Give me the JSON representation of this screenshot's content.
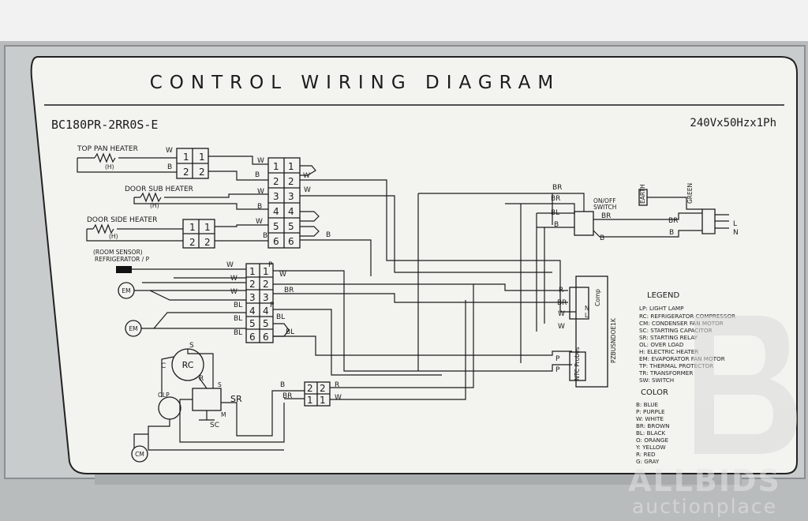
{
  "title": "CONTROL WIRING DIAGRAM",
  "model": "BC180PR-2RR0S-E",
  "power_spec": "240Vx50Hzx1Ph",
  "components": {
    "top_pan_heater": "TOP PAN HEATER",
    "door_sub_heater": "DOOR SUB HEATER",
    "door_side_heater": "DOOR SIDE HEATER",
    "heater_tag": "(H)",
    "room_sensor_1": "(ROOM SENSOR)",
    "room_sensor_2": "REFRIGERATOR / P",
    "em": "EM",
    "rc": "RC",
    "olp": "OLP",
    "sr": "SR",
    "sc": "SC",
    "cm": "CM",
    "onoff_1": "ON/OFF",
    "onoff_2": "SWITCH",
    "earth": "EARTH",
    "green": "GREEN",
    "controller": "PZBUSNDOE1K",
    "comp": "Comp",
    "ntc": "NTC Probes",
    "plug_l": "L",
    "plug_n": "N"
  },
  "wire_codes": {
    "w": "W",
    "b": "B",
    "br": "BR",
    "bl": "BL",
    "p": "P",
    "r": "R",
    "s": "S",
    "c": "C",
    "m": "M"
  },
  "pins": [
    "1",
    "2",
    "3",
    "4",
    "5",
    "6"
  ],
  "legend": {
    "title": "LEGEND",
    "items": [
      "LP: LIGHT LAMP",
      "RC: REFRIGERATOR COMPRESSOR",
      "CM: CONDENSER FAN MOTOR",
      "SC: STARTING CAPACITOR",
      "SR: STARTING RELAY",
      "OL: OVER LOAD",
      "H: ELECTRIC HEATER",
      "EM: EVAPORATOR FAN MOTOR",
      "TP: THERMAL PROTECTOR",
      "TR: TRANSFORMER",
      "SW: SWITCH"
    ]
  },
  "color_legend": {
    "title": "COLOR",
    "items": [
      "B: BLUE",
      "P: PURPLE",
      "W: WHITE",
      "BR: BROWN",
      "BL: BLACK",
      "O: ORANGE",
      "Y: YELLOW",
      "R: RED",
      "G: GRAY"
    ]
  },
  "watermark": {
    "brand": "ALLBIDS",
    "sub": "auctionplace"
  }
}
